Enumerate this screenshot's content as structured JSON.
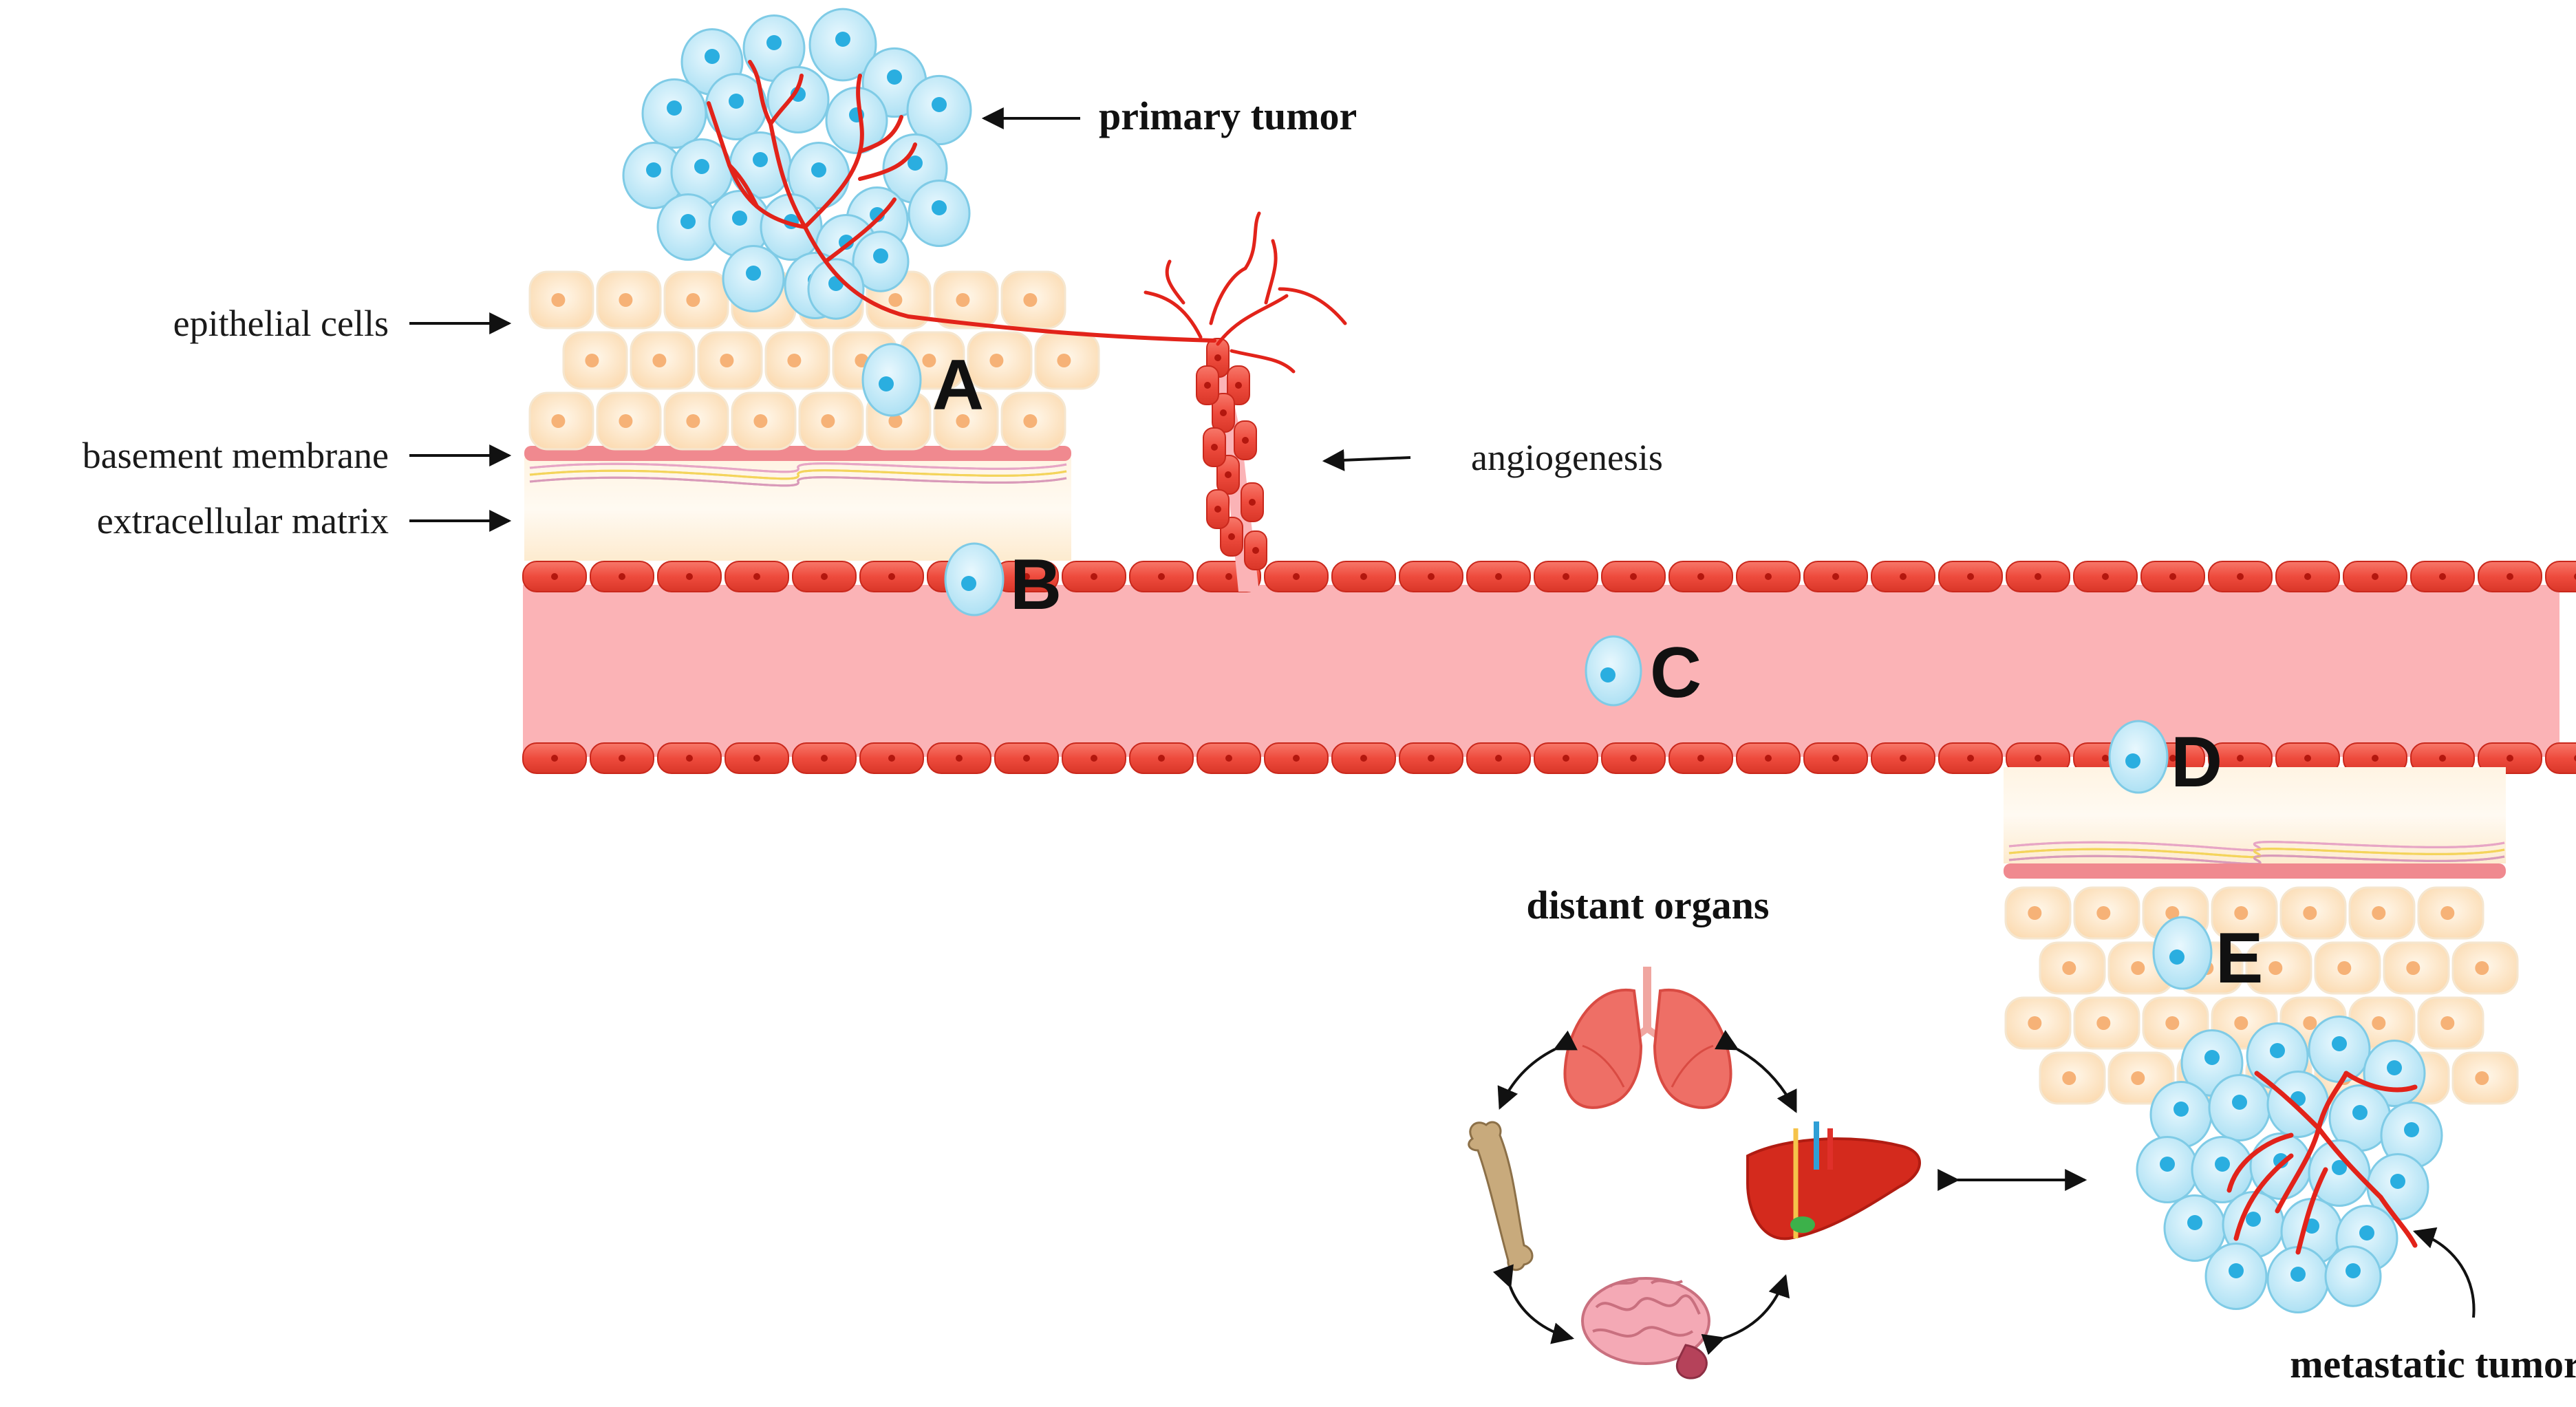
{
  "labels": {
    "primary_tumor": "primary tumor",
    "epithelial_cells": "epithelial cells",
    "basement_membrane": "basement membrane",
    "extracellular_matrix": "extracellular matrix",
    "angiogenesis": "angiogenesis",
    "distant_organs": "distant organs",
    "metastatic_tumor": "metastatic tumor"
  },
  "stages": [
    "A",
    "B",
    "C",
    "D",
    "E"
  ],
  "organs": [
    "lung-icon",
    "liver-icon",
    "brain-icon",
    "bone-icon"
  ],
  "colors": {
    "vessel_lumen": "#fbb3b6",
    "endothelial": "#ec4a3a",
    "tumor_cell": "#bfe8f7",
    "nucleus": "#2aaee0",
    "epithelium": "#fde3c0",
    "basement": "#f0898f",
    "ecm": "#fdf1dc"
  }
}
